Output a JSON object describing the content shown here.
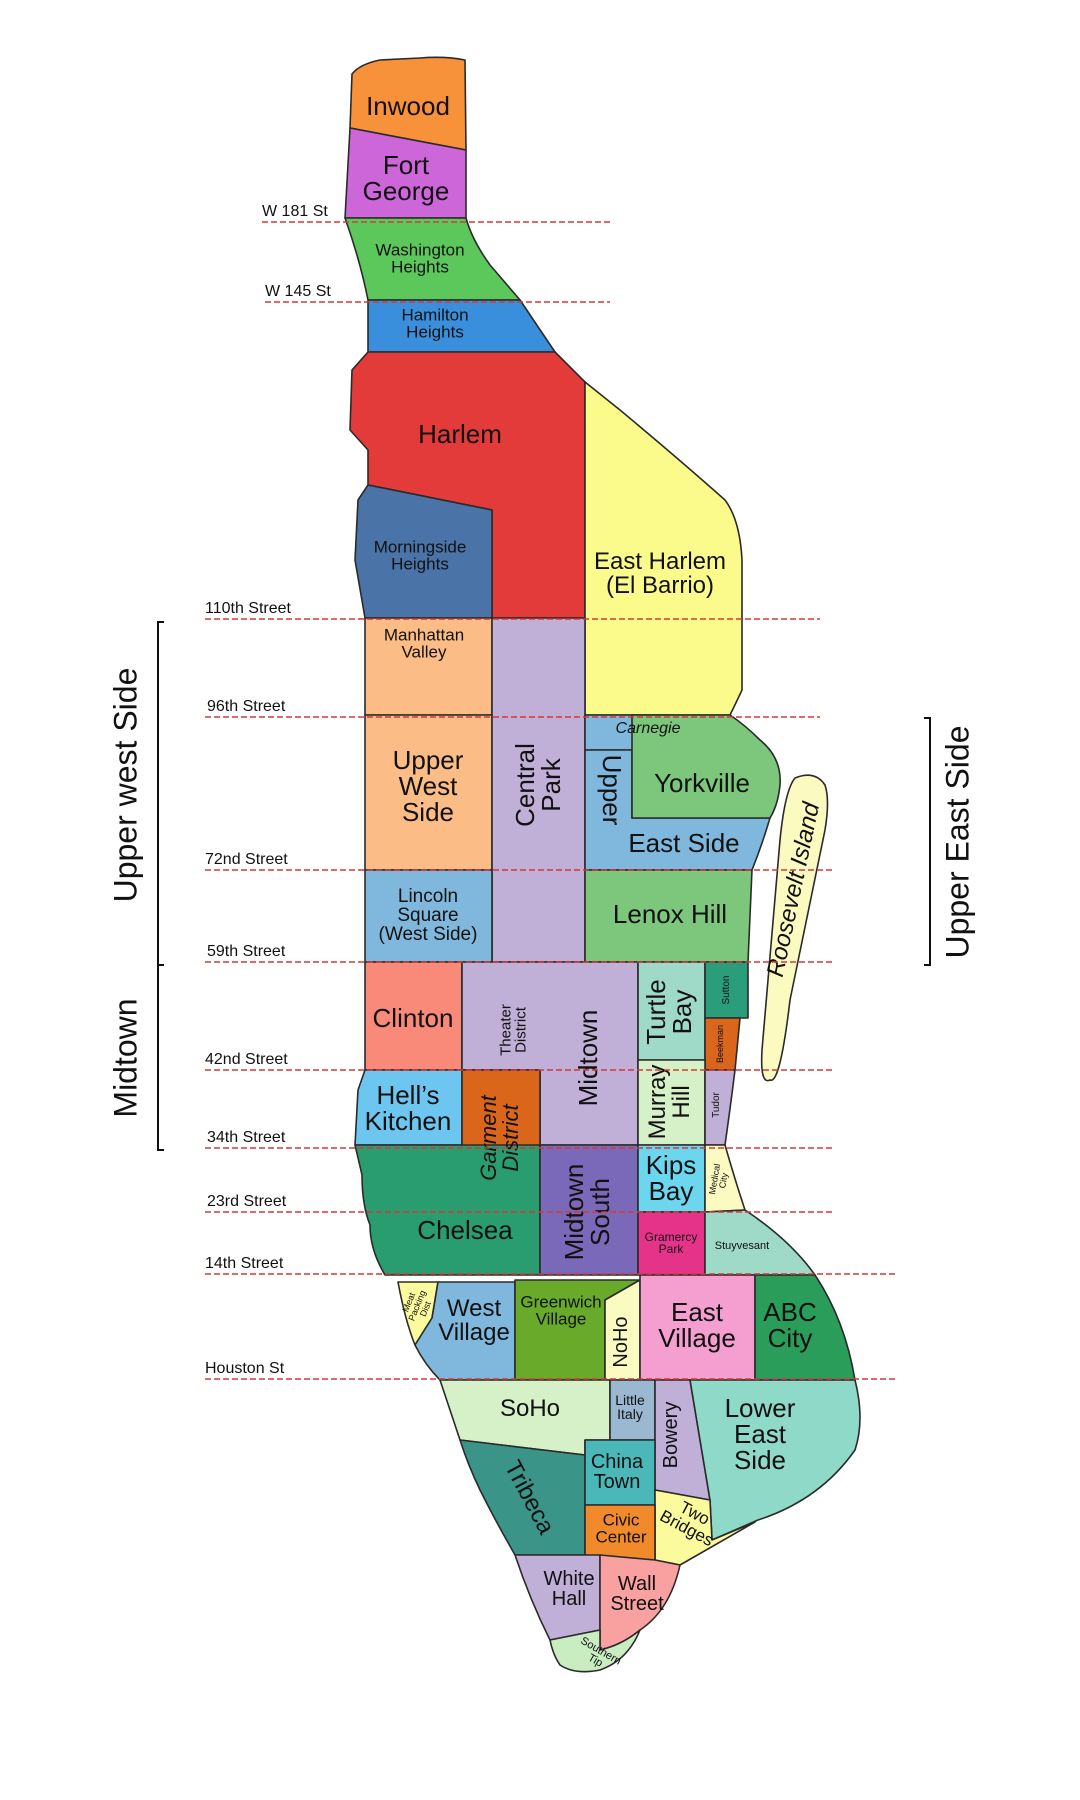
{
  "neighborhoods": {
    "inwood": {
      "label": [
        "Inwood"
      ],
      "color": "#f7923a"
    },
    "fort_george": {
      "label": [
        "Fort",
        "George"
      ],
      "color": "#cc66d9"
    },
    "washington_heights": {
      "label": [
        "Washington",
        "Heights"
      ],
      "color": "#5cc85c"
    },
    "hamilton_heights": {
      "label": [
        "Hamilton",
        "Heights"
      ],
      "color": "#3a8fdc"
    },
    "harlem": {
      "label": [
        "Harlem"
      ],
      "color": "#e33a3a"
    },
    "morningside_heights": {
      "label": [
        "Morningside",
        "Heights"
      ],
      "color": "#4a73a8"
    },
    "east_harlem": {
      "label": [
        "East Harlem",
        "(El Barrio)"
      ],
      "color": "#fbfb8c"
    },
    "manhattan_valley": {
      "label": [
        "Manhattan",
        "Valley"
      ],
      "color": "#fbbd85"
    },
    "upper_west_side": {
      "label": [
        "Upper",
        "West",
        "Side"
      ],
      "color": "#fbbd85"
    },
    "central_park": {
      "label": [
        "Central",
        "Park"
      ],
      "color": "#c0afd6"
    },
    "carnegie": {
      "label": [
        "Carnegie"
      ],
      "color": "#7fb8dc"
    },
    "upper_east_side_hood": {
      "label_vertical": "Upper",
      "label": [
        "East Side"
      ],
      "color": "#7fb8dc"
    },
    "yorkville": {
      "label": [
        "Yorkville"
      ],
      "color": "#7dc77d"
    },
    "lincoln_square": {
      "label": [
        "Lincoln",
        "Square",
        "(West Side)"
      ],
      "color": "#7fb8dc"
    },
    "lenox_hill": {
      "label": [
        "Lenox Hill"
      ],
      "color": "#7dc77d"
    },
    "roosevelt_island": {
      "label": [
        "Roosevelt Island"
      ],
      "color": "#fbfac0"
    },
    "clinton": {
      "label": [
        "Clinton"
      ],
      "color": "#f98a7a"
    },
    "theater_district": {
      "label": [
        "Theater",
        "District"
      ],
      "color": "#fbfac0"
    },
    "midtown": {
      "label": [
        "Midtown"
      ],
      "color": "#c0afd6"
    },
    "turtle_bay": {
      "label": [
        "Turtle",
        "Bay"
      ],
      "color": "#9fd9c8"
    },
    "sutton": {
      "label": [
        "Sutton"
      ],
      "color": "#2a9d7a"
    },
    "beekman": {
      "label": [
        "Beekman"
      ],
      "color": "#d9661a"
    },
    "hells_kitchen": {
      "label": [
        "Hell’s",
        "Kitchen"
      ],
      "color": "#6cc6ef"
    },
    "garment_district": {
      "label": [
        "Garment",
        "District"
      ],
      "color": "#d9661a"
    },
    "murray_hill": {
      "label": [
        "Murray",
        "Hill"
      ],
      "color": "#d6f0c8"
    },
    "tudor": {
      "label": [
        "Tudor"
      ],
      "color": "#c0afd6"
    },
    "chelsea": {
      "label": [
        "Chelsea"
      ],
      "color": "#2a9d70"
    },
    "midtown_south": {
      "label": [
        "Midtown",
        "South"
      ],
      "color": "#7a69b8"
    },
    "kips_bay": {
      "label": [
        "Kips",
        "Bay"
      ],
      "color": "#6cd6ef"
    },
    "medical_city": {
      "label": [
        "Medical",
        "City"
      ],
      "color": "#fbfac0"
    },
    "gramercy_park": {
      "label": [
        "Gramercy",
        "Park"
      ],
      "color": "#e6338a"
    },
    "stuyvesant": {
      "label": [
        "Stuyvesant"
      ],
      "color": "#9fd9c8"
    },
    "meat_packing": {
      "label": [
        "Meat",
        "Packing",
        "Dist"
      ],
      "color": "#fbfa9c"
    },
    "west_village": {
      "label": [
        "West",
        "Village"
      ],
      "color": "#7fb8dc"
    },
    "greenwich_village": {
      "label": [
        "Greenwich",
        "Village"
      ],
      "color": "#6aaa2a"
    },
    "noho": {
      "label": [
        "NoHo"
      ],
      "color": "#fbfac0"
    },
    "east_village": {
      "label": [
        "East",
        "Village"
      ],
      "color": "#f59ed0"
    },
    "abc_city": {
      "label": [
        "ABC",
        "City"
      ],
      "color": "#2a9d5a"
    },
    "soho": {
      "label": [
        "SoHo"
      ],
      "color": "#d6f0c8"
    },
    "little_italy": {
      "label": [
        "Little",
        "Italy"
      ],
      "color": "#9ab8d0"
    },
    "bowery": {
      "label": [
        "Bowery"
      ],
      "color": "#c0afd6"
    },
    "lower_east_side": {
      "label": [
        "Lower",
        "East",
        "Side"
      ],
      "color": "#8fd9c8"
    },
    "tribeca": {
      "label": [
        "Tribeca"
      ],
      "color": "#3a9488"
    },
    "china_town": {
      "label": [
        "China",
        "Town"
      ],
      "color": "#4ab8b8"
    },
    "two_bridges": {
      "label": [
        "Two",
        "Bridges"
      ],
      "color": "#fbfa9c"
    },
    "civic_center": {
      "label": [
        "Civic",
        "Center"
      ],
      "color": "#f08a2a"
    },
    "white_hall": {
      "label": [
        "White",
        "Hall"
      ],
      "color": "#c0afd6"
    },
    "wall_street": {
      "label": [
        "Wall",
        "Street"
      ],
      "color": "#f9a0a0"
    },
    "southern_tip": {
      "label": [
        "Southern",
        "Tip"
      ],
      "color": "#c9ecc0"
    }
  },
  "streets": [
    {
      "id": "w181",
      "label": "W 181 St"
    },
    {
      "id": "w145",
      "label": "W 145 St"
    },
    {
      "id": "s110",
      "label": "110th Street"
    },
    {
      "id": "s96",
      "label": "96th Street"
    },
    {
      "id": "s72",
      "label": "72nd Street"
    },
    {
      "id": "s59",
      "label": "59th Street"
    },
    {
      "id": "s42",
      "label": "42nd Street"
    },
    {
      "id": "s34",
      "label": "34th Street"
    },
    {
      "id": "s23",
      "label": "23rd Street"
    },
    {
      "id": "s14",
      "label": "14th Street"
    },
    {
      "id": "houston",
      "label": "Houston St"
    }
  ],
  "sides": {
    "upper_west": "Upper west Side",
    "midtown": "Midtown",
    "upper_east": "Upper East Side"
  },
  "colors": {
    "street_line": "#d23a3a",
    "outline": "#2a2a2a"
  }
}
